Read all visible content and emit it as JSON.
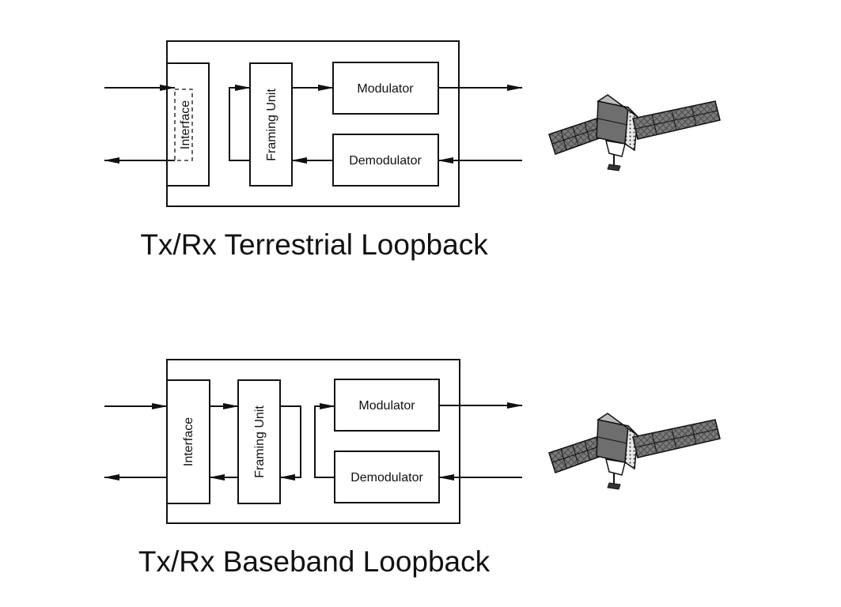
{
  "diagrams": [
    {
      "caption": "Tx/Rx Terrestrial Loopback",
      "interface": "Interface",
      "framing": "Framing Unit",
      "modulator": "Modulator",
      "demodulator": "Demodulator"
    },
    {
      "caption": "Tx/Rx Baseband Loopback",
      "interface": "Interface",
      "framing": "Framing Unit",
      "modulator": "Modulator",
      "demodulator": "Demodulator"
    }
  ]
}
